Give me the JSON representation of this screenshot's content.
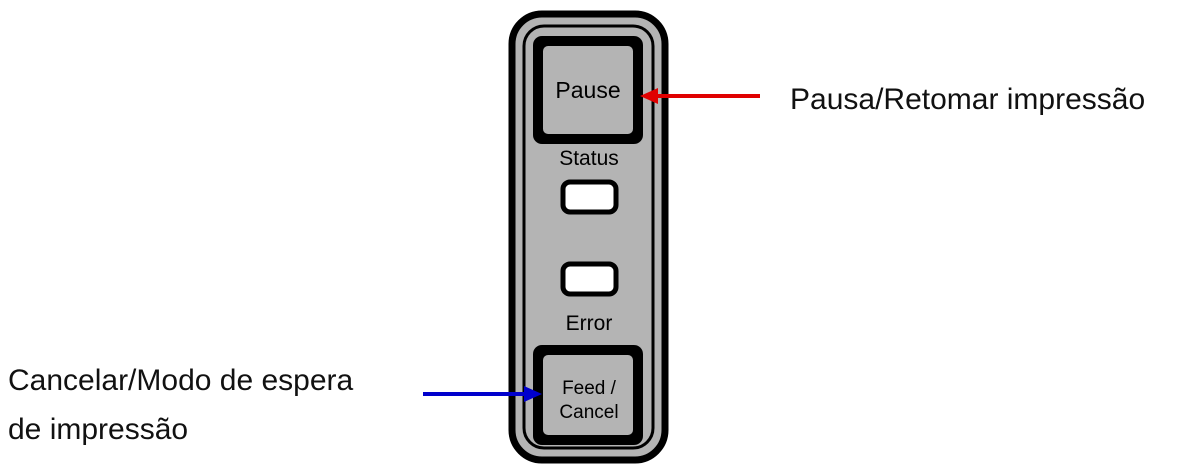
{
  "panel": {
    "pause_button_label": "Pause",
    "status_label": "Status",
    "error_label": "Error",
    "feed_button_line1": "Feed /",
    "feed_button_line2": "Cancel"
  },
  "annotations": {
    "pause": "Pausa/Retomar  impressão",
    "feed_line1": "Cancelar/Modo  de  espera",
    "feed_line2": "de  impressão"
  },
  "colors": {
    "pause_arrow": "#e00000",
    "feed_arrow": "#0000cc",
    "panel_fill": "#b4b4b4",
    "outline": "#000000"
  },
  "icons": {
    "pause_arrow": "arrow-left-icon",
    "feed_arrow": "arrow-right-icon"
  }
}
